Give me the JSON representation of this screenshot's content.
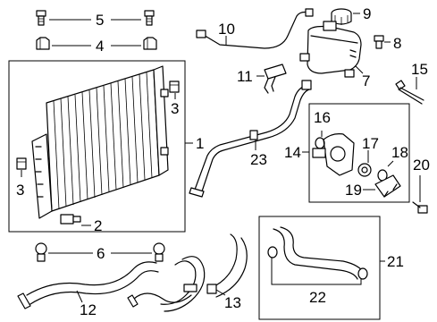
{
  "diagram": {
    "callouts": [
      {
        "id": "c1",
        "label": "1"
      },
      {
        "id": "c2",
        "label": "2"
      },
      {
        "id": "c3a",
        "label": "3"
      },
      {
        "id": "c3b",
        "label": "3"
      },
      {
        "id": "c4",
        "label": "4"
      },
      {
        "id": "c5",
        "label": "5"
      },
      {
        "id": "c6",
        "label": "6"
      },
      {
        "id": "c7",
        "label": "7"
      },
      {
        "id": "c8",
        "label": "8"
      },
      {
        "id": "c9",
        "label": "9"
      },
      {
        "id": "c10",
        "label": "10"
      },
      {
        "id": "c11",
        "label": "11"
      },
      {
        "id": "c12",
        "label": "12"
      },
      {
        "id": "c13",
        "label": "13"
      },
      {
        "id": "c14",
        "label": "14"
      },
      {
        "id": "c15",
        "label": "15"
      },
      {
        "id": "c16",
        "label": "16"
      },
      {
        "id": "c17",
        "label": "17"
      },
      {
        "id": "c18",
        "label": "18"
      },
      {
        "id": "c19",
        "label": "19"
      },
      {
        "id": "c20",
        "label": "20"
      },
      {
        "id": "c21",
        "label": "21"
      },
      {
        "id": "c22",
        "label": "22"
      },
      {
        "id": "c23",
        "label": "23"
      }
    ]
  }
}
